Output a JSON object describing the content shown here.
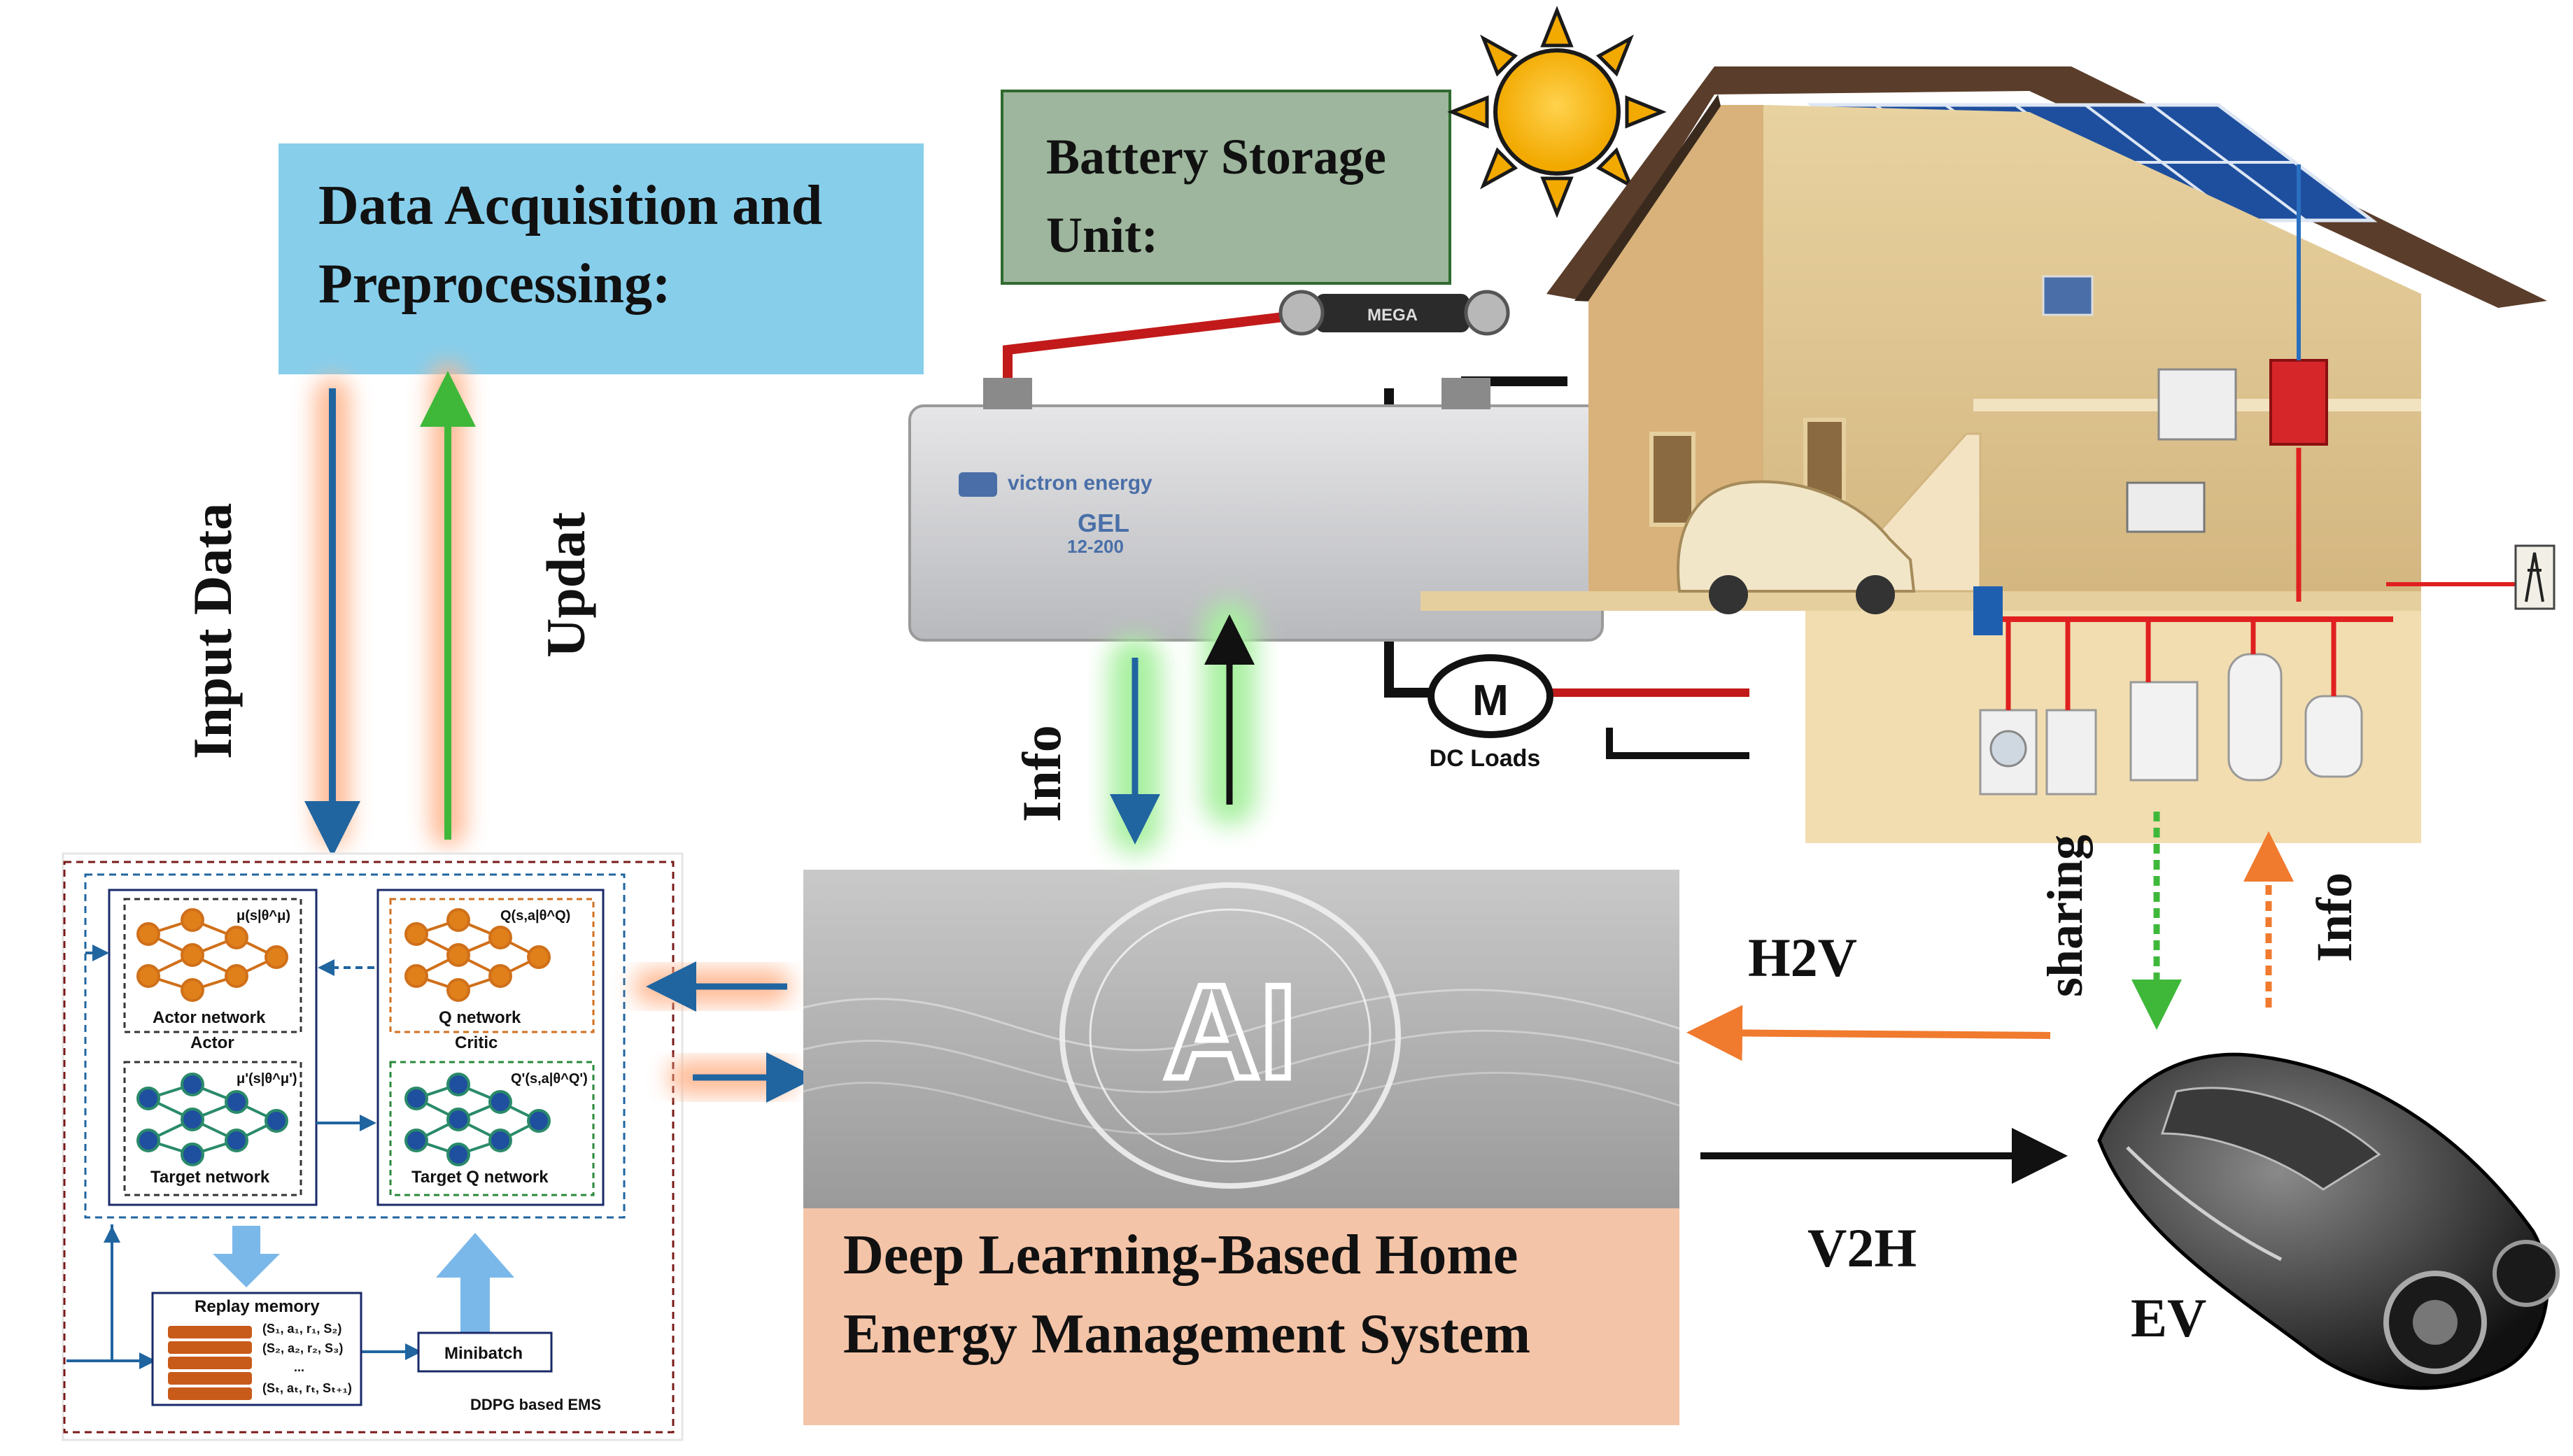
{
  "boxes": {
    "data_acq": {
      "line1": "Data Acquisition and",
      "line2": "Preprocessing:"
    },
    "battery": {
      "line1": "Battery Storage",
      "line2": "Unit:"
    },
    "hems": {
      "line1": "Deep Learning-Based Home",
      "line2": "Energy Management System"
    }
  },
  "arrows": {
    "input_data": "Input Data",
    "update": "Updat",
    "info_battery": "Info",
    "sharing": "sharing",
    "info_house": "Info",
    "h2v": "H2V",
    "v2h": "V2H"
  },
  "ev_label": "EV",
  "ai_text": "AI",
  "battery_brand": "victron energy",
  "battery_model": "GEL",
  "battery_sub": "12-200",
  "fuse_label": "MEGA",
  "motor_symbol": "M",
  "dc_loads": "DC Loads",
  "ddpg": {
    "actor_formula": "μ(s|θ^μ)",
    "actor_network": "Actor network",
    "actor": "Actor",
    "q_formula": "Q(s,a|θ^Q)",
    "q_network": "Q network",
    "critic": "Critic",
    "target_actor_formula": "μ'(s|θ^μ')",
    "target_network": "Target network",
    "target_q_formula": "Q'(s,a|θ^Q')",
    "target_q_network": "Target Q network",
    "replay_memory": "Replay memory",
    "tuples": [
      "(S₁, a₁, r₁, S₂)",
      "(S₂, a₂, r₂, S₃)",
      "...",
      "(Sₜ, aₜ, rₜ, Sₜ₊₁)"
    ],
    "minibatch": "Minibatch",
    "footer": "DDPG based EMS"
  },
  "colors": {
    "data_acq_bg": "#87ceeb",
    "battery_bg": "#4c7a4c",
    "hems_bg": "#f4c4a8",
    "blue_arrow": "#2065a0",
    "green_arrow": "#3fb83a",
    "orange_arrow": "#f07a2e",
    "glow_orange": "#ffb38a",
    "glow_green": "#a8f0a0"
  }
}
